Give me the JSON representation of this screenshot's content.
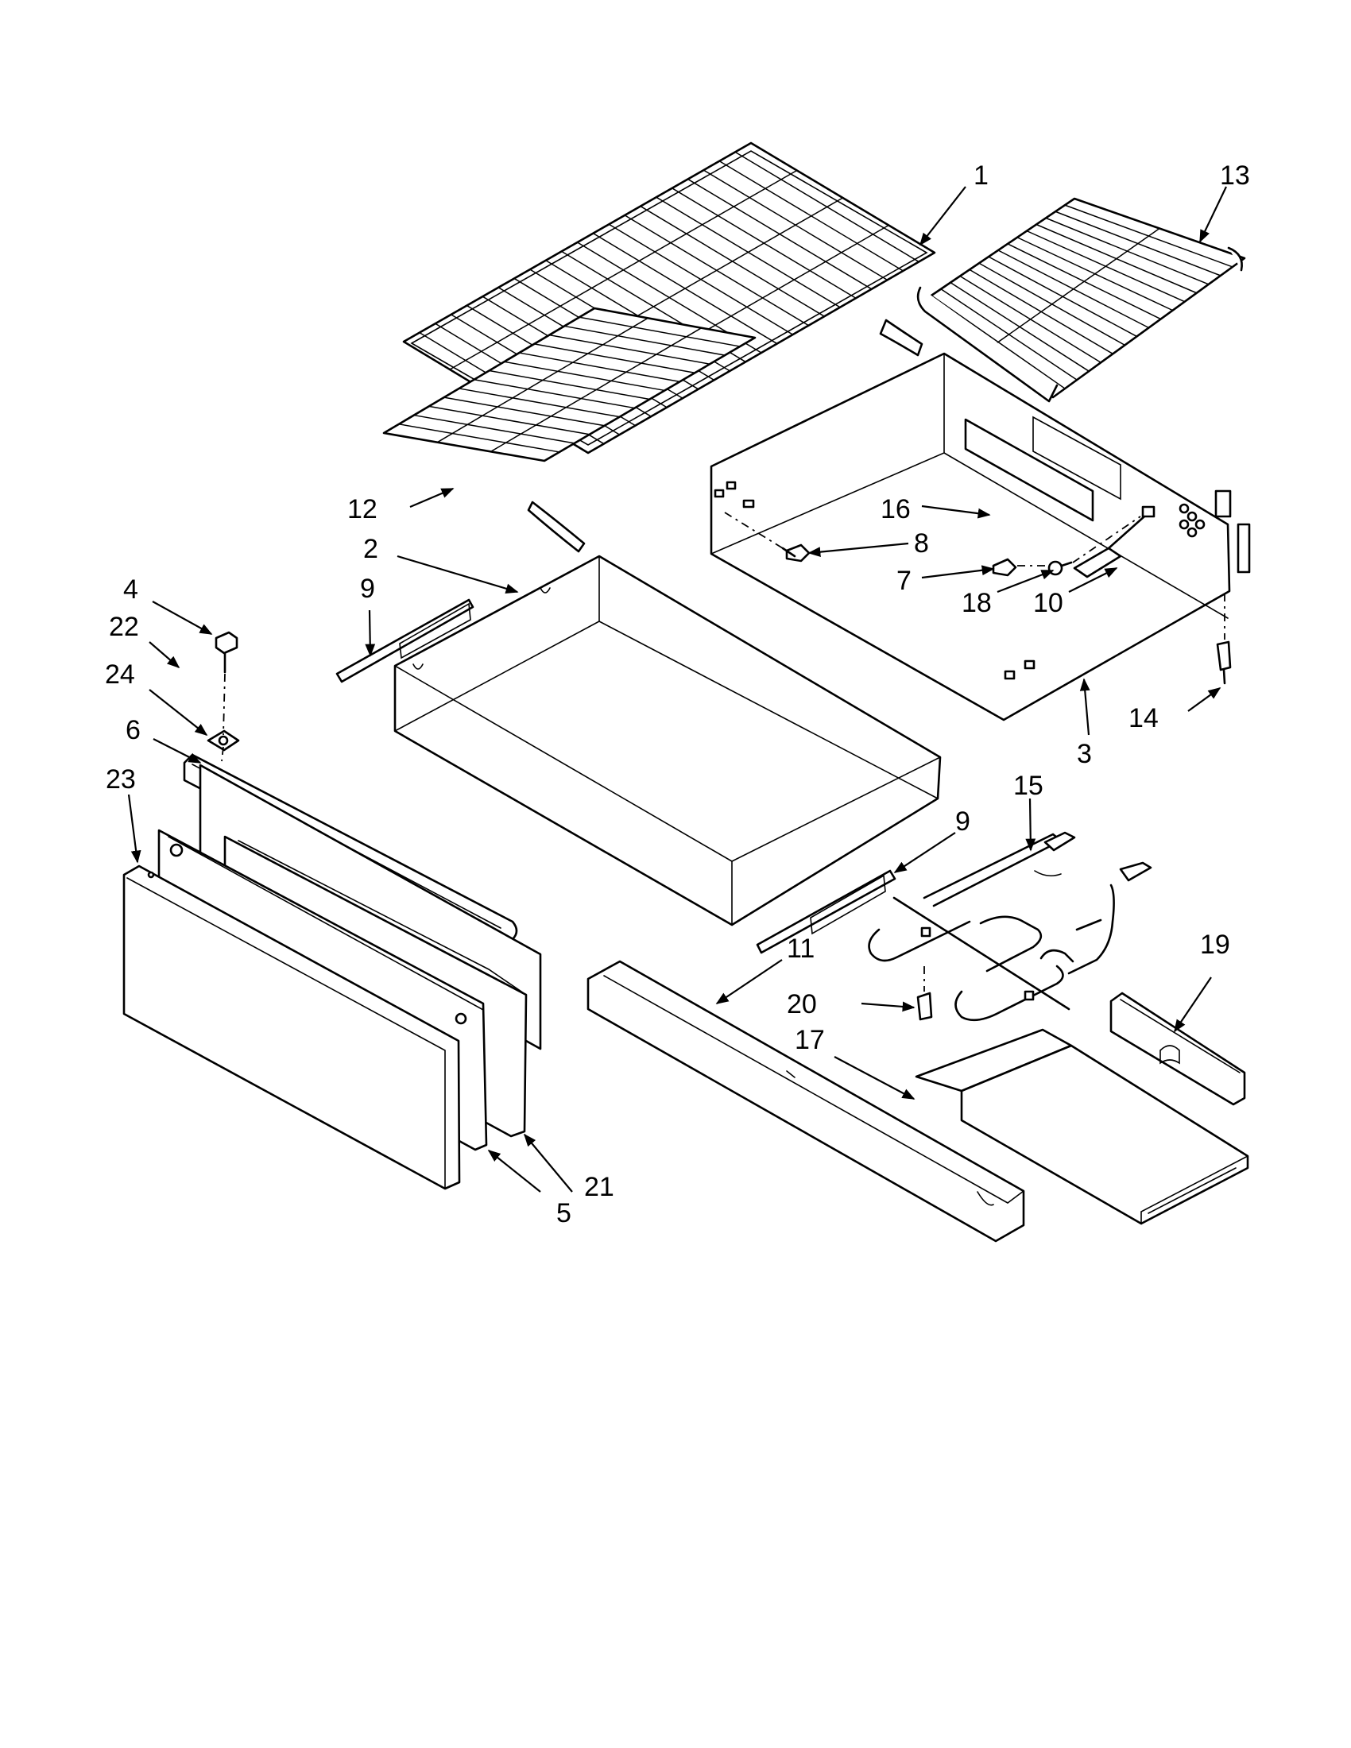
{
  "diagram": {
    "callouts": [
      "1",
      "2",
      "3",
      "4",
      "5",
      "6",
      "7",
      "8",
      "9",
      "9",
      "10",
      "11",
      "12",
      "13",
      "14",
      "15",
      "16",
      "17",
      "18",
      "19",
      "20",
      "21",
      "22",
      "23",
      "24"
    ]
  }
}
